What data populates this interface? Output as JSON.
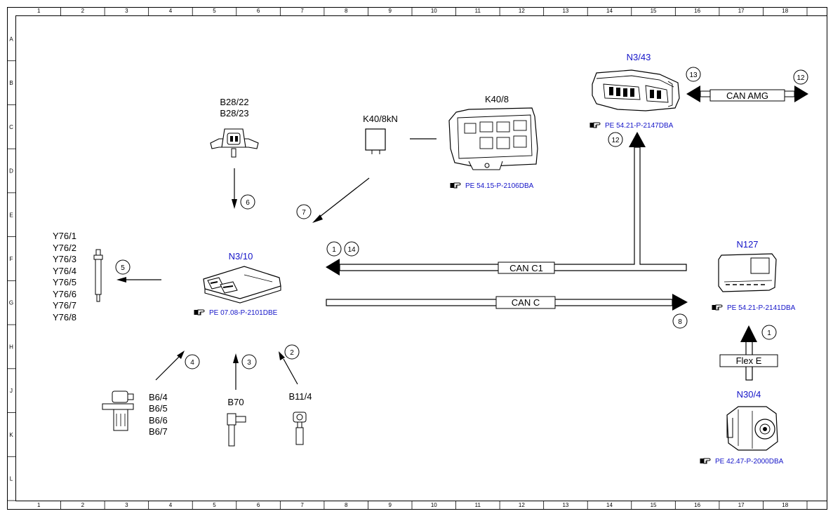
{
  "frame": {
    "columns": [
      "1",
      "2",
      "3",
      "4",
      "5",
      "6",
      "7",
      "8",
      "9",
      "10",
      "11",
      "12",
      "13",
      "14",
      "15",
      "16",
      "17",
      "18"
    ],
    "rows": [
      "A",
      "B",
      "C",
      "D",
      "E",
      "F",
      "G",
      "H",
      "J",
      "K",
      "L"
    ]
  },
  "components": {
    "n3_43": {
      "label": "N3/43",
      "ref": "PE 54.21-P-2147DBA"
    },
    "k40_8": {
      "label": "K40/8",
      "ref": "PE 54.15-P-2106DBA"
    },
    "k40_8kn": {
      "label": "K40/8kN"
    },
    "b28": {
      "labels": [
        "B28/22",
        "B28/23"
      ]
    },
    "n3_10": {
      "label": "N3/10",
      "ref": "PE 07.08-P-2101DBE"
    },
    "n127": {
      "label": "N127",
      "ref": "PE 54.21-P-2141DBA"
    },
    "n30_4": {
      "label": "N30/4",
      "ref": "PE 42.47-P-2000DBA"
    },
    "y76": {
      "labels": [
        "Y76/1",
        "Y76/2",
        "Y76/3",
        "Y76/4",
        "Y76/5",
        "Y76/6",
        "Y76/7",
        "Y76/8"
      ]
    },
    "b6": {
      "labels": [
        "B6/4",
        "B6/5",
        "B6/6",
        "B6/7"
      ]
    },
    "b70": {
      "label": "B70"
    },
    "b11_4": {
      "label": "B11/4"
    }
  },
  "buses": {
    "can_amg": "CAN AMG",
    "can_c1": "CAN C1",
    "can_c": "CAN C",
    "flex_e": "Flex E"
  },
  "callouts": {
    "c1": "1",
    "c2": "2",
    "c3": "3",
    "c4": "4",
    "c5": "5",
    "c6": "6",
    "c7": "7",
    "c8": "8",
    "c12a": "12",
    "c12b": "12",
    "c13": "13",
    "c14": "14",
    "c1b": "1"
  },
  "colors": {
    "component_label": "#1414c8",
    "reference": "#1414c8",
    "line": "#000000"
  },
  "icons": {
    "reference": "pointing-hand-icon"
  }
}
